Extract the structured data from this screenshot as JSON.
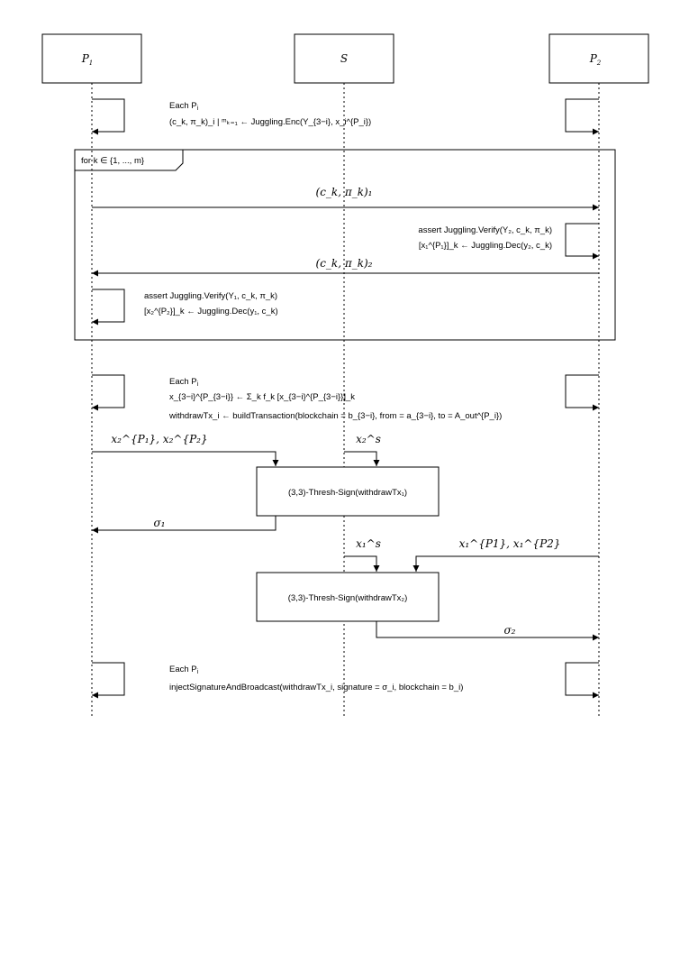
{
  "participants": {
    "p1": "P",
    "p1_sub": "1",
    "s": "S",
    "p2": "P",
    "p2_sub": "2"
  },
  "notes": {
    "enc_each": "Each P",
    "enc_each_sub": "i",
    "enc_formula": "(c_k, π_k)_i | ᵐₖ₌₁ ← Juggling.Enc(Y_{3−i}, x_i^{P_i})",
    "p2_verify": "assert Juggling.Verify(Y₂, c_k, π_k)",
    "p2_dec": "[x₁^{P₁}]_k ← Juggling.Dec(y₂, c_k)",
    "p1_verify": "assert Juggling.Verify(Y₁, c_k, π_k)",
    "p1_dec": "[x₂^{P₂}]_k ← Juggling.Dec(y₁, c_k)",
    "sum_each": "Each P",
    "sum_each_sub": "i",
    "sum_formula": "x_{3−i}^{P_{3−i}} ← Σ_k f_k [x_{3−i}^{P_{3−i}}]_k",
    "build_tx": "withdrawTx_i ← buildTransaction(blockchain = b_{3−i}, from = a_{3−i}, to = A_out^{P_i})",
    "inject_each": "Each P",
    "inject_each_sub": "i",
    "inject": "injectSignatureAndBroadcast(withdrawTx_i, signature = σ_i, blockchain = b_i)"
  },
  "loop": {
    "label": "for k ∈ {1, ..., m}"
  },
  "messages": {
    "m1": "(c_k, π_k)₁",
    "m2": "(c_k, π_k)₂",
    "x2_pair": "x₂^{P₁}, x₂^{P₂}",
    "x2_s": "x₂^s",
    "sigma1": "σ₁",
    "x1_s": "x₁^s",
    "x1_pair": "x₁^{P1}, x₁^{P2}",
    "sigma2": "σ₂"
  },
  "processes": {
    "sign1": "(3,3)-Thresh-Sign(withdrawTx₁)",
    "sign2": "(3,3)-Thresh-Sign(withdrawTx₂)"
  }
}
